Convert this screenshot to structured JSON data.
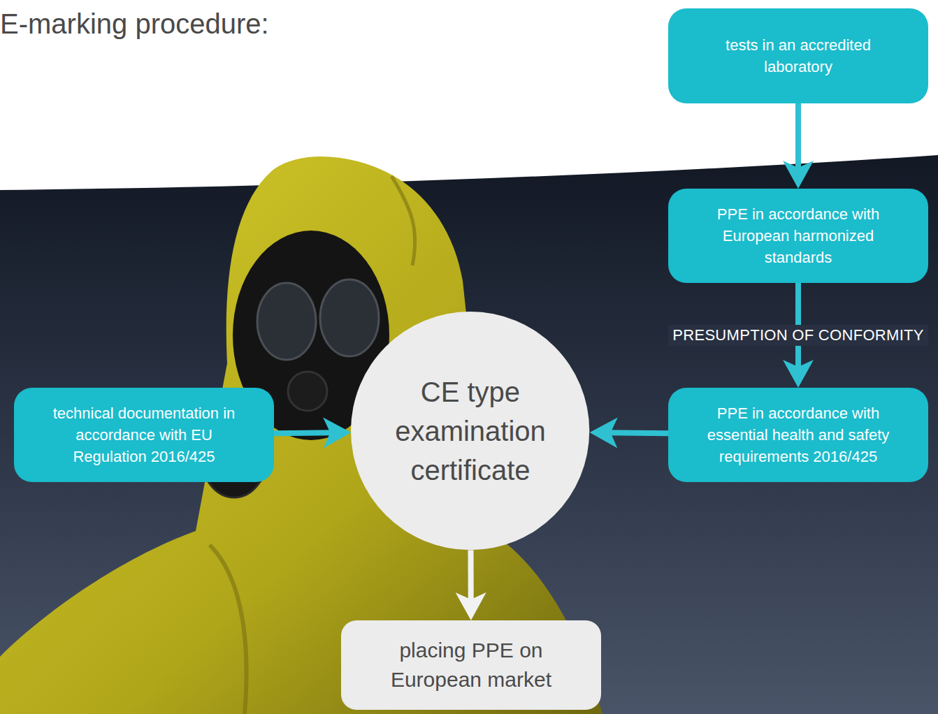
{
  "diagram": {
    "title": "E-marking procedure:",
    "nodes": [
      {
        "text": [
          "tests in an accredited laboratory"
        ]
      },
      {
        "text": [
          "PPE in accordance with European harmonized standards"
        ]
      },
      {
        "text": [
          "PPE in accordance with essential health and safety requirements 2016/425"
        ]
      },
      {
        "text": [
          "technical documentation in accordance with EU Regulation 2016/425"
        ]
      },
      {
        "text": [
          "CE type examination certificate"
        ]
      },
      {
        "text": [
          "placing PPE on European market"
        ]
      }
    ],
    "edges": [
      {
        "from": 0,
        "to": 1,
        "arrow": "to"
      },
      {
        "from": 1,
        "to": 2,
        "label": "PRESUMPTION OF CONFORMITY",
        "arrow": "to"
      },
      {
        "from": 2,
        "to": 4,
        "arrow": "to"
      },
      {
        "from": 3,
        "to": 4,
        "arrow": "to"
      },
      {
        "from": 4,
        "to": 5,
        "arrow": "to"
      }
    ]
  }
}
